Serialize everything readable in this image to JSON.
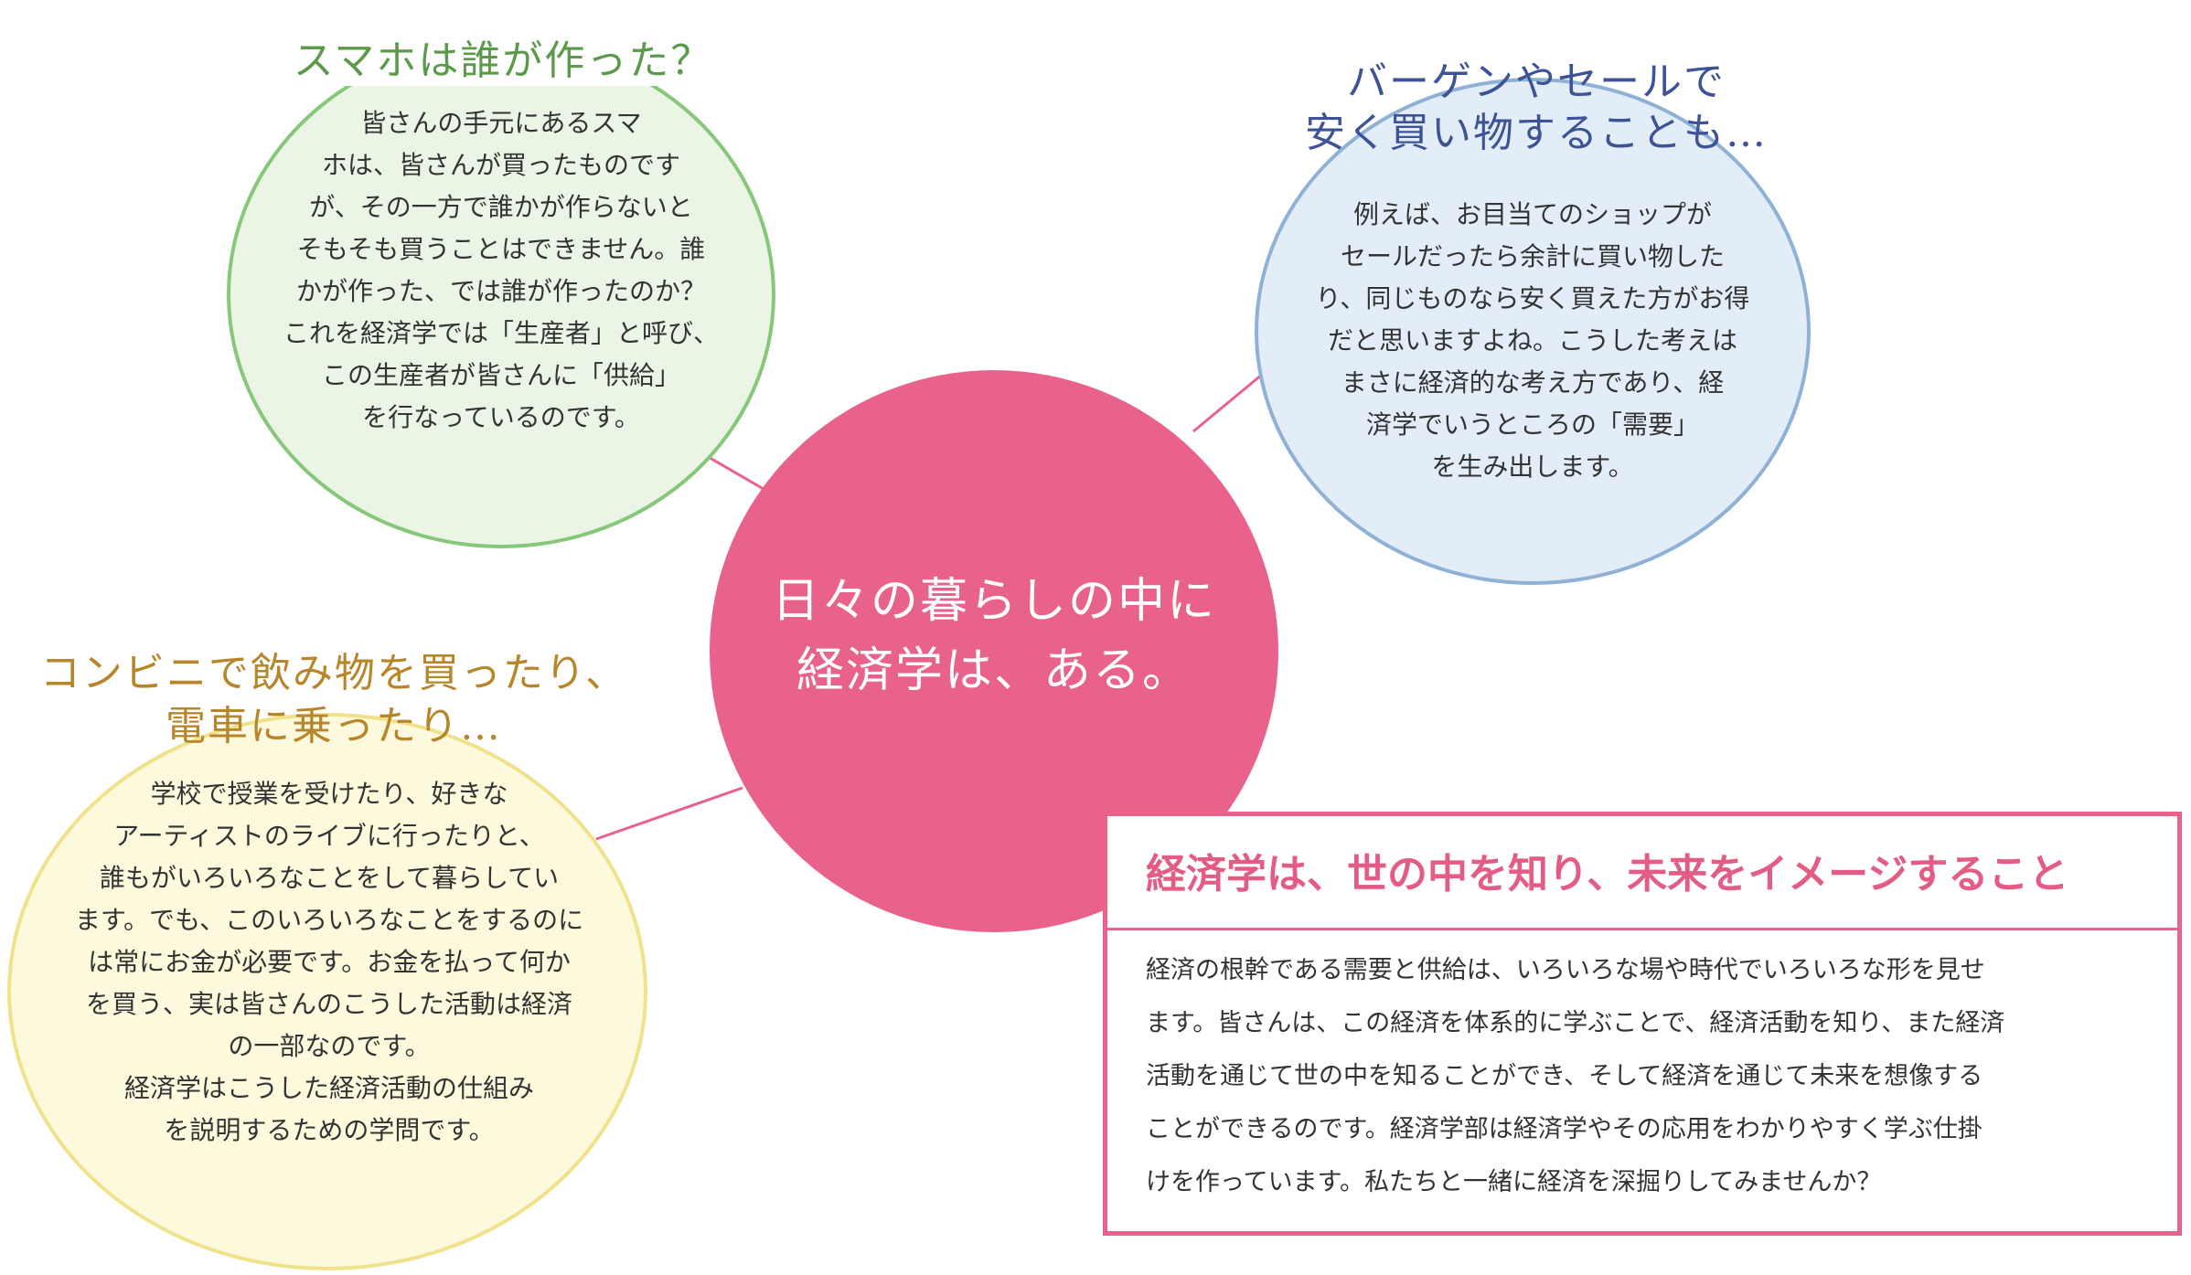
{
  "colors": {
    "center_fill": "#e9628b",
    "green_border": "#86c77a",
    "green_fill": "#ebf5e6",
    "blue_border": "#8fb1d6",
    "blue_fill": "#e3edf7",
    "yellow_border": "#f0e28a",
    "yellow_fill": "#fdf9dc",
    "box_border": "#e9628b"
  },
  "center": {
    "lines": [
      "日々の暮らしの中に",
      "経済学は、ある。"
    ]
  },
  "green": {
    "title": "スマホは誰が作った？",
    "lines": [
      "皆さんの手元にあるスマ",
      "ホは、皆さんが買ったものです",
      "が、その一方で誰かが作らないと",
      "そもそも買うことはできません。誰",
      "かが作った、では誰が作ったのか？",
      "これを経済学では「生産者」と呼び、",
      "この生産者が皆さんに「供給」",
      "を行なっているのです。"
    ]
  },
  "blue": {
    "title_lines": [
      "バーゲンやセールで",
      "安く買い物することも…"
    ],
    "lines": [
      "例えば、お目当てのショップが",
      "セールだったら余計に買い物した",
      "り、同じものなら安く買えた方がお得",
      "だと思いますよね。こうした考えは",
      "まさに経済的な考え方であり、経",
      "済学でいうところの「需要」",
      "を生み出します。"
    ]
  },
  "yellow": {
    "title_lines": [
      "コンビニで飲み物を買ったり、",
      "電車に乗ったり…"
    ],
    "lines": [
      "学校で授業を受けたり、好きな",
      "アーティストのライブに行ったりと、",
      "誰もがいろいろなことをして暮らしてい",
      "ます。でも、このいろいろなことをするのに",
      "は常にお金が必要です。お金を払って何か",
      "を買う、実は皆さんのこうした活動は経済",
      "の一部なのです。",
      "経済学はこうした経済活動の仕組み",
      "を説明するための学問です。"
    ]
  },
  "box": {
    "title": "経済学は、世の中を知り、未来をイメージすること",
    "lines": [
      "経済の根幹である需要と供給は、いろいろな場や時代でいろいろな形を見せ",
      "ます。皆さんは、この経済を体系的に学ぶことで、経済活動を知り、また経済",
      "活動を通じて世の中を知ることができ、そして経済を通じて未来を想像する",
      "ことができるのです。経済学部は経済学やその応用をわかりやすく学ぶ仕掛",
      "けを作っています。私たちと一緒に経済を深掘りしてみませんか？"
    ]
  }
}
